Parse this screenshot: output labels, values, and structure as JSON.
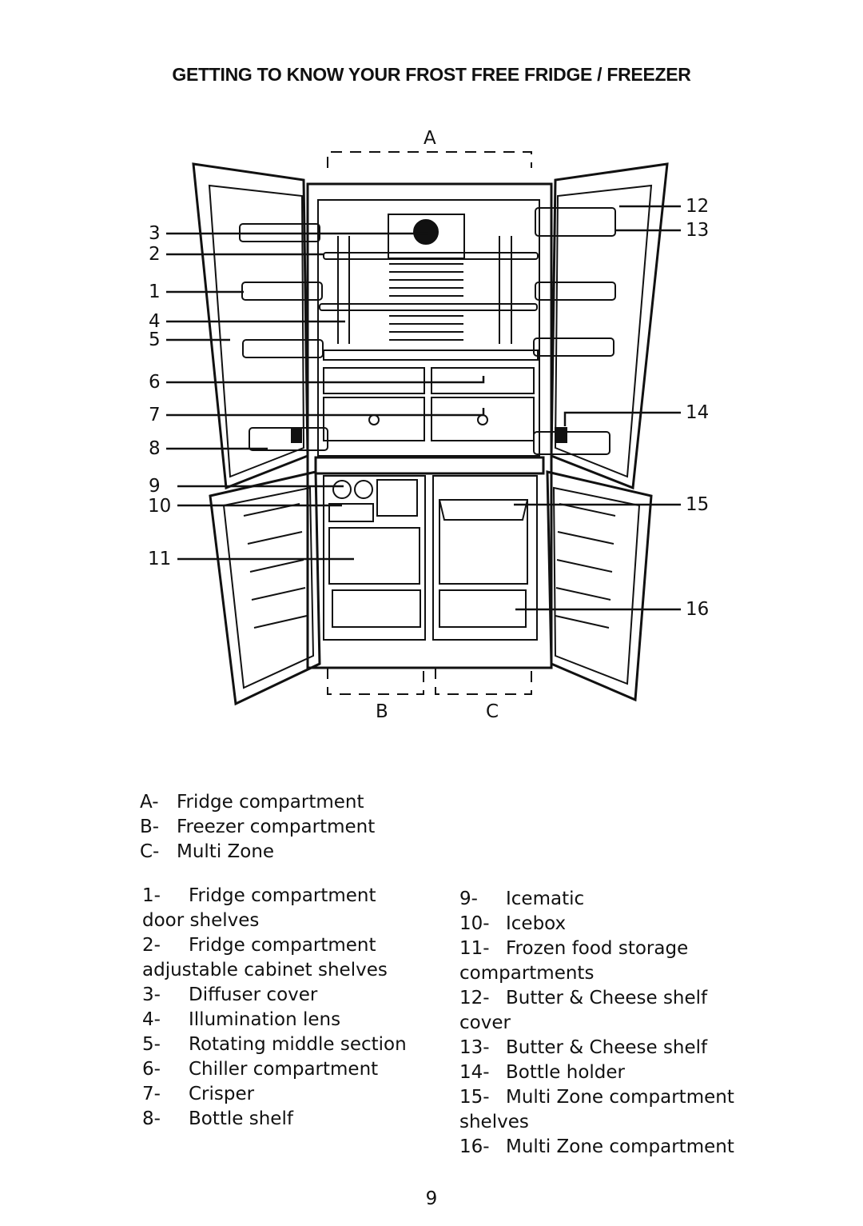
{
  "title": "GETTING TO KNOW YOUR FROST FREE FRIDGE / FREEZER",
  "diagram": {
    "section_labels": {
      "a": "A",
      "b": "B",
      "c": "C"
    },
    "callouts_left": [
      "3",
      "2",
      "1",
      "4",
      "5",
      "6",
      "7",
      "8",
      "9",
      "10",
      "11"
    ],
    "callouts_right": [
      "12",
      "13",
      "14",
      "15",
      "16"
    ]
  },
  "legend_sections": [
    {
      "key": "A-",
      "label": "Fridge compartment"
    },
    {
      "key": "B-",
      "label": "Freezer compartment"
    },
    {
      "key": "C-",
      "label": "Multi Zone"
    }
  ],
  "parts_left": [
    {
      "num": "1-",
      "label": "Fridge compartment door shelves"
    },
    {
      "num": "2-",
      "label": "Fridge compartment adjustable cabinet shelves"
    },
    {
      "num": "3-",
      "label": "Diffuser cover"
    },
    {
      "num": "4-",
      "label": "Illumination lens"
    },
    {
      "num": "5-",
      "label": "Rotating middle section"
    },
    {
      "num": "6-",
      "label": "Chiller compartment"
    },
    {
      "num": "7-",
      "label": "Crisper"
    },
    {
      "num": "8-",
      "label": "Bottle shelf"
    }
  ],
  "parts_right": [
    {
      "num": "9-",
      "label": "Icematic"
    },
    {
      "num": "10-",
      "label": "Icebox"
    },
    {
      "num": "11-",
      "label": "Frozen food storage compartments"
    },
    {
      "num": "12-",
      "label": "Butter & Cheese shelf cover"
    },
    {
      "num": "13-",
      "label": "Butter & Cheese shelf"
    },
    {
      "num": "14-",
      "label": "Bottle holder"
    },
    {
      "num": "15-",
      "label": "Multi Zone compartment shelves"
    },
    {
      "num": "16-",
      "label": "Multi Zone compartment"
    }
  ],
  "page_number": "9"
}
